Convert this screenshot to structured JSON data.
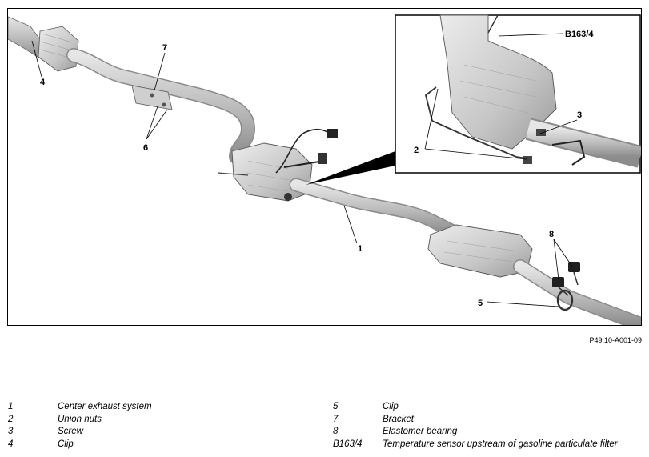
{
  "figure_id": "P49.10-A001-09",
  "callouts": {
    "c1": "1",
    "c2": "2",
    "c3": "3",
    "c4": "4",
    "c5": "5",
    "c6": "6",
    "c7": "7",
    "c8": "8",
    "cB": "B163/4"
  },
  "legend": {
    "left": [
      {
        "num": "1",
        "desc": "Center exhaust system"
      },
      {
        "num": "2",
        "desc": "Union nuts"
      },
      {
        "num": "3",
        "desc": "Screw"
      },
      {
        "num": "4",
        "desc": "Clip"
      }
    ],
    "right": [
      {
        "num": "5",
        "desc": "Clip"
      },
      {
        "num": "7",
        "desc": "Bracket"
      },
      {
        "num": "8",
        "desc": "Elastomer bearing"
      },
      {
        "num": "B163/4",
        "desc": "Temperature sensor upstream of gasoline particulate filter"
      }
    ]
  }
}
